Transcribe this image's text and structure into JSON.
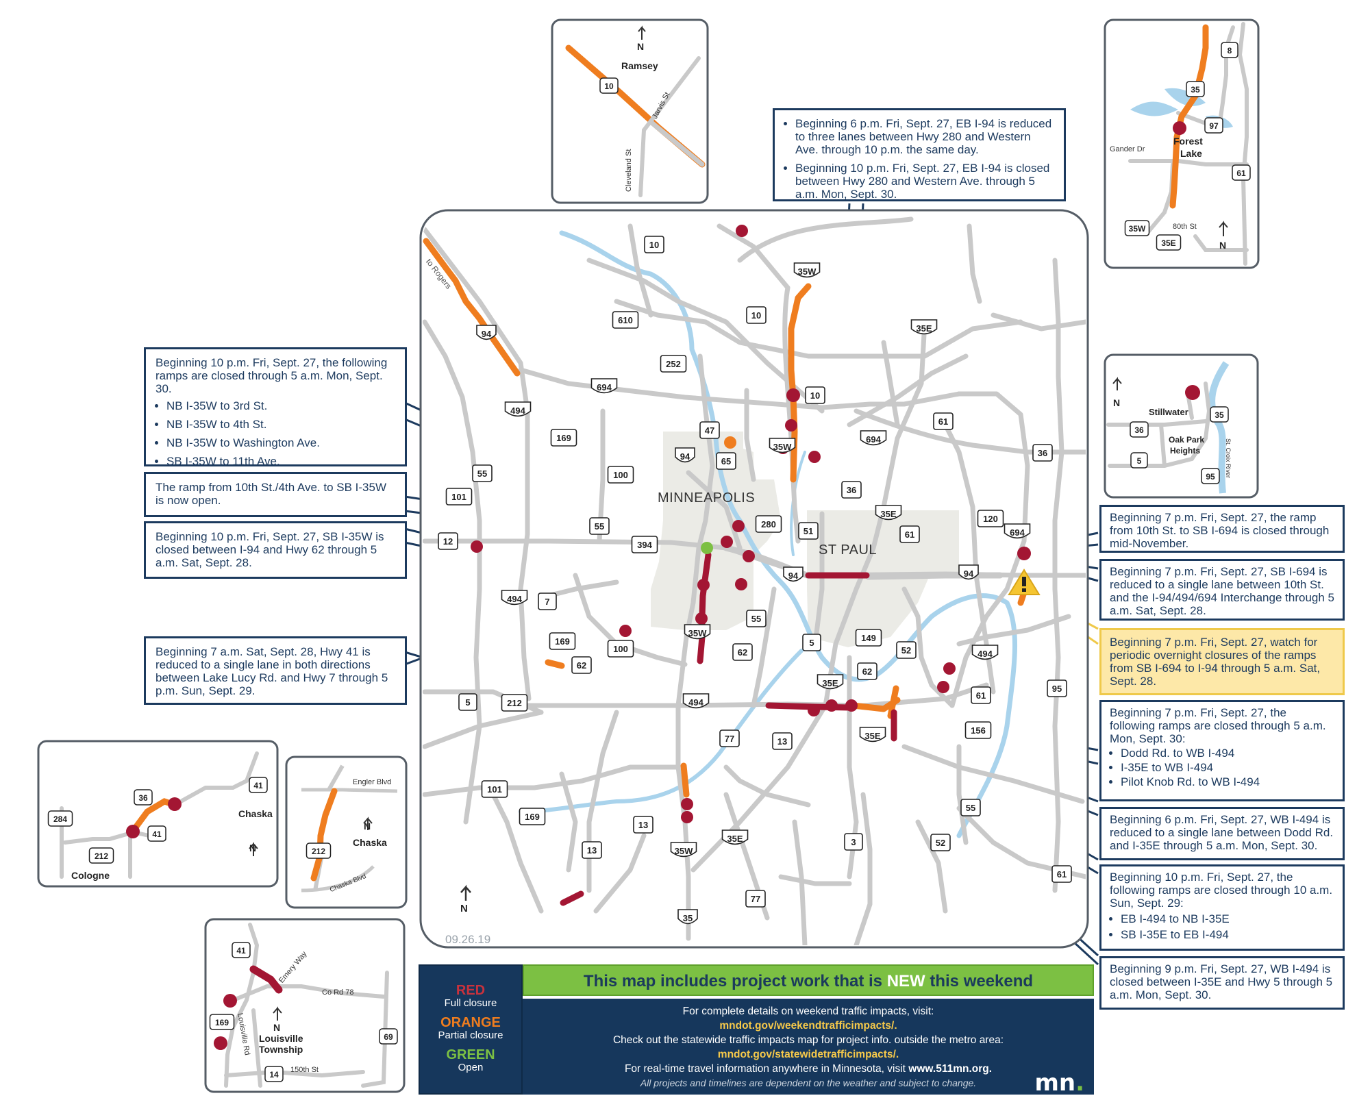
{
  "colors": {
    "full": "#a31633",
    "partial": "#ef7d1f",
    "open": "#7cc043",
    "road": "#c9c9c9",
    "river": "#a9d3ec",
    "navy": "#16375c"
  },
  "main_map": {
    "date": "09.26.19",
    "north": "N",
    "cities": {
      "minneapolis": "MINNEAPOLIS",
      "st_paul": "ST PAUL"
    },
    "to_rogers": "to Rogers",
    "shields": [
      {
        "id": "s10a",
        "t": "10"
      },
      {
        "id": "s35wn",
        "t": "35W"
      },
      {
        "id": "s10b",
        "t": "10"
      },
      {
        "id": "s610",
        "t": "610"
      },
      {
        "id": "s94nw",
        "t": "94"
      },
      {
        "id": "s252",
        "t": "252"
      },
      {
        "id": "s694w",
        "t": "694"
      },
      {
        "id": "s35ene",
        "t": "35E"
      },
      {
        "id": "s10c",
        "t": "10"
      },
      {
        "id": "s494n",
        "t": "494"
      },
      {
        "id": "s169a",
        "t": "169"
      },
      {
        "id": "s47",
        "t": "47"
      },
      {
        "id": "s694c",
        "t": "694"
      },
      {
        "id": "s61n",
        "t": "61"
      },
      {
        "id": "s36e",
        "t": "36"
      },
      {
        "id": "s94m",
        "t": "94"
      },
      {
        "id": "s65",
        "t": "65"
      },
      {
        "id": "s35wm",
        "t": "35W"
      },
      {
        "id": "s100",
        "t": "100"
      },
      {
        "id": "s55w",
        "t": "55"
      },
      {
        "id": "s36c",
        "t": "36"
      },
      {
        "id": "s35ec",
        "t": "35E"
      },
      {
        "id": "s101n",
        "t": "101"
      },
      {
        "id": "s280",
        "t": "280"
      },
      {
        "id": "s51",
        "t": "51"
      },
      {
        "id": "s61c",
        "t": "61"
      },
      {
        "id": "s120",
        "t": "120"
      },
      {
        "id": "s694e",
        "t": "694"
      },
      {
        "id": "s12",
        "t": "12"
      },
      {
        "id": "s55b",
        "t": "55"
      },
      {
        "id": "s394",
        "t": "394"
      },
      {
        "id": "s94e",
        "t": "94"
      },
      {
        "id": "s94s",
        "t": "94"
      },
      {
        "id": "s494w",
        "t": "494"
      },
      {
        "id": "s7",
        "t": "7"
      },
      {
        "id": "s55c",
        "t": "55"
      },
      {
        "id": "s35ws",
        "t": "35W"
      },
      {
        "id": "s5a",
        "t": "5"
      },
      {
        "id": "s149",
        "t": "149"
      },
      {
        "id": "s52a",
        "t": "52"
      },
      {
        "id": "s494e",
        "t": "494"
      },
      {
        "id": "s169b",
        "t": "169"
      },
      {
        "id": "s100b",
        "t": "100"
      },
      {
        "id": "s62a",
        "t": "62"
      },
      {
        "id": "s62b",
        "t": "62"
      },
      {
        "id": "s62c",
        "t": "62"
      },
      {
        "id": "s35es",
        "t": "35E"
      },
      {
        "id": "s61s",
        "t": "61"
      },
      {
        "id": "s95",
        "t": "95"
      },
      {
        "id": "s5b",
        "t": "5"
      },
      {
        "id": "s212",
        "t": "212"
      },
      {
        "id": "s494s",
        "t": "494"
      },
      {
        "id": "s77a",
        "t": "77"
      },
      {
        "id": "s13a",
        "t": "13"
      },
      {
        "id": "s35ex",
        "t": "35E"
      },
      {
        "id": "s156",
        "t": "156"
      },
      {
        "id": "s55s",
        "t": "55"
      },
      {
        "id": "s101s",
        "t": "101"
      },
      {
        "id": "s169c",
        "t": "169"
      },
      {
        "id": "s13b",
        "t": "13"
      },
      {
        "id": "s13c",
        "t": "13"
      },
      {
        "id": "s35wss",
        "t": "35W"
      },
      {
        "id": "s35ess",
        "t": "35E"
      },
      {
        "id": "s3",
        "t": "3"
      },
      {
        "id": "s52b",
        "t": "52"
      },
      {
        "id": "s61ss",
        "t": "61"
      },
      {
        "id": "s77b",
        "t": "77"
      },
      {
        "id": "s35",
        "t": "35"
      }
    ]
  },
  "insets": {
    "ramsey": {
      "north": "N",
      "city": "Ramsey",
      "shield": "10",
      "street1": "Jarvis St",
      "street2": "Cleveland St"
    },
    "forest_lake": {
      "city1": "Forest",
      "city2": "Lake",
      "street1": "Gander Dr",
      "street2": "80th St",
      "shields": [
        "8",
        "35",
        "97",
        "61",
        "35W",
        "35E"
      ],
      "north": "N"
    },
    "stillwater": {
      "north": "N",
      "city": "Stillwater",
      "area1": "Oak Park",
      "area2": "Heights",
      "river": "St. Croix River",
      "shields": [
        "35",
        "36",
        "5",
        "95"
      ]
    },
    "chaska1": {
      "city": "Chaska",
      "city2": "Cologne",
      "north": "N",
      "shields": [
        "36",
        "41",
        "41",
        "212",
        "284"
      ]
    },
    "chaska2": {
      "city": "Chaska",
      "street1": "Engler Blvd",
      "street2": "Chaska Blvd",
      "north": "N",
      "shields": [
        "212"
      ]
    },
    "louisville": {
      "city1": "Louisville",
      "city2": "Township",
      "street1": "Emery Way",
      "street2": "Co Rd 78",
      "street3": "Louisville Rd",
      "street4": "150th St",
      "north": "N",
      "shields": [
        "41",
        "169",
        "69",
        "14"
      ]
    }
  },
  "callouts": {
    "top": {
      "items": [
        "Beginning 6 p.m. Fri, Sept. 27, EB I-94 is reduced to three lanes between Hwy 280 and Western Ave. through 10 p.m. the same day.",
        "Beginning 10 p.m. Fri, Sept. 27, EB I-94 is closed between Hwy 280 and Western Ave. through 5 a.m. Mon, Sept. 30."
      ]
    },
    "ramps35w": {
      "intro": "Beginning 10 p.m. Fri, Sept. 27, the following ramps are closed through 5 a.m. Mon, Sept. 30.",
      "items": [
        "NB I-35W to 3rd St.",
        "NB I-35W to 4th St.",
        "NB I-35W to Washington Ave.",
        "SB I-35W to 11th Ave."
      ]
    },
    "open": {
      "text": "The ramp from 10th St./4th Ave. to SB I-35W is now open."
    },
    "sb35w": {
      "text": "Beginning 10 p.m. Fri, Sept. 27, SB I-35W is closed between I-94 and Hwy 62 through 5 a.m. Sat, Sept. 28."
    },
    "hwy41": {
      "text": "Beginning 7 a.m. Sat, Sept. 28, Hwy 41 is reduced to a single lane in both directions between Lake Lucy Rd. and Hwy 7 through 5 p.m. Sun, Sept. 29."
    },
    "r1": {
      "text": "Beginning 7 p.m. Fri, Sept. 27, the ramp from 10th St. to SB I-694 is closed through mid-November."
    },
    "r2": {
      "text": "Beginning 7 p.m. Fri, Sept. 27, SB I-694 is reduced to a single lane between 10th St. and the I-94/494/694 Interchange through 5 a.m. Sat, Sept. 28."
    },
    "r3": {
      "text": "Beginning 7 p.m. Fri, Sept. 27, watch for periodic overnight closures of the ramps from SB I-694 to I-94 through 5 a.m. Sat, Sept. 28."
    },
    "r4": {
      "intro": "Beginning 7 p.m. Fri, Sept. 27, the following ramps are closed through 5 a.m. Mon, Sept. 30:",
      "items": [
        "Dodd Rd. to WB I-494",
        "I-35E to WB I-494",
        "Pilot Knob Rd. to WB I-494"
      ]
    },
    "r5": {
      "text": "Beginning 6 p.m. Fri, Sept. 27, WB I-494 is reduced to a single lane between Dodd Rd. and I-35E through 5 a.m. Mon, Sept. 30."
    },
    "r6": {
      "intro": "Beginning 10 p.m. Fri, Sept. 27, the following ramps are closed through 10 a.m. Sun, Sept. 29:",
      "items": [
        "EB I-494 to NB I-35E",
        "SB I-35E to EB I-494"
      ]
    },
    "r7": {
      "text": "Beginning 9 p.m. Fri, Sept. 27, WB I-494 is closed between I-35E and Hwy 5 through 5 a.m. Mon, Sept. 30."
    }
  },
  "legend": {
    "red": "RED",
    "red_desc": "Full closure",
    "orange": "ORANGE",
    "orange_desc": "Partial closure",
    "green": "GREEN",
    "green_desc": "Open"
  },
  "banner": {
    "pre": "This map includes project work that is ",
    "new": "NEW",
    "post": " this weekend"
  },
  "info": {
    "line1": "For complete details on weekend traffic impacts, visit:",
    "link1": "mndot.gov/weekendtrafficimpacts/.",
    "line2": "Check out the statewide traffic impacts map for project info. outside the metro area:",
    "link2": "mndot.gov/statewidetrafficimpacts/.",
    "line3": "For real-time travel information anywhere in Minnesota, visit ",
    "link3": "www.511mn.org.",
    "note": "All projects and timelines are dependent on the weather and subject to change.",
    "logo": "mn"
  }
}
